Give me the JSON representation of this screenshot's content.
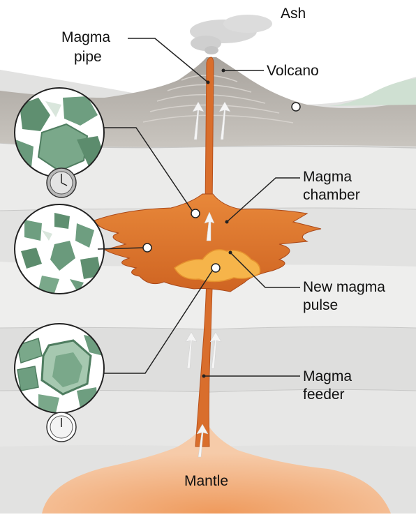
{
  "labels": {
    "ash": "Ash",
    "magma_pipe": [
      "Magma",
      "pipe"
    ],
    "volcano": "Volcano",
    "magma_chamber": [
      "Magma",
      "chamber"
    ],
    "new_magma_pulse": [
      "New magma",
      "pulse"
    ],
    "magma_feeder": [
      "Magma",
      "feeder"
    ],
    "mantle": "Mantle"
  },
  "colors": {
    "magma": "#e07a2a",
    "magma_light": "#f4a74a",
    "magma_dark": "#b8511a",
    "mantle": "#f1b58a",
    "rock_layer_light": "#e9e9e8",
    "rock_layer_mid": "#d6d6d5",
    "volcano": "#b9b5b0",
    "crystal": "#6e9e80",
    "leader_line": "#222222"
  },
  "icons": {
    "crystal_view": "crystal-magnification-icon",
    "clock": "clock-icon",
    "upward_flow": "up-arrow-icon"
  }
}
